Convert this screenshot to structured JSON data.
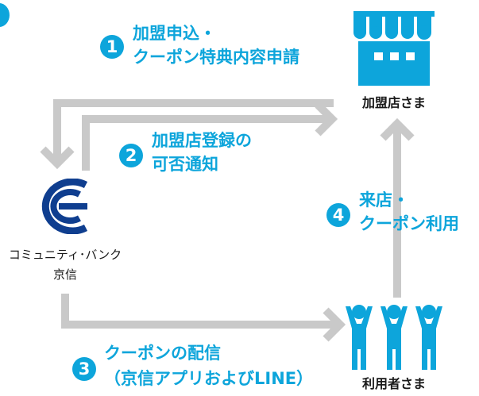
{
  "steps": [
    {
      "number": "1",
      "line1": "加盟申込・",
      "line2": "クーポン特典内容申請"
    },
    {
      "number": "2",
      "line1": "加盟店登録の",
      "line2": "可否通知"
    },
    {
      "number": "3",
      "line1": "クーポンの配信",
      "line2": "（京信アプリおよびLINE）"
    },
    {
      "number": "4",
      "line1": "来店・",
      "line2": "クーポン利用"
    }
  ],
  "bank": {
    "name_line1": "コミュニティ･バンク",
    "name_line2": "京信"
  },
  "store": {
    "label": "加盟店さま",
    "icon": "storefront-icon"
  },
  "users": {
    "label": "利用者さま",
    "icon": "people-icon"
  },
  "colors": {
    "accent": "#0da5db",
    "arrow": "#c9c9c9",
    "logo": "#0f3e8f"
  }
}
